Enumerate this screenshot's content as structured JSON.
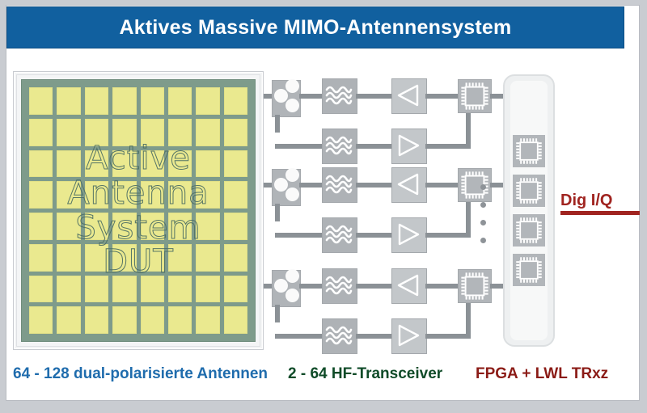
{
  "title": {
    "text": "Aktives Massive MIMO-Antennensystem",
    "bar_color": "#11609f",
    "text_color": "#ffffff"
  },
  "antenna_panel": {
    "name": "Active Antenna System DUT",
    "board_color": "#7e9b8b",
    "patch_color": "#eae98f",
    "grid_rows": 8,
    "grid_cols": 8,
    "overlay_lines": [
      "Active",
      "Antenna",
      "System",
      "DUT"
    ]
  },
  "rf_chains": [
    {
      "id": "chain-1",
      "blocks": [
        {
          "type": "switch",
          "label": "duplexer-switch"
        },
        {
          "type": "filter",
          "label": "rx-filter"
        },
        {
          "type": "amplifier",
          "label": "lna-rx",
          "direction": "left"
        },
        {
          "type": "filter",
          "label": "tx-filter"
        },
        {
          "type": "amplifier",
          "label": "pa-tx",
          "direction": "right"
        },
        {
          "type": "chip",
          "label": "transceiver-ic"
        }
      ]
    },
    {
      "id": "chain-2",
      "blocks": [
        {
          "type": "switch",
          "label": "duplexer-switch"
        },
        {
          "type": "filter",
          "label": "rx-filter"
        },
        {
          "type": "amplifier",
          "label": "lna-rx",
          "direction": "left"
        },
        {
          "type": "filter",
          "label": "tx-filter"
        },
        {
          "type": "amplifier",
          "label": "pa-tx",
          "direction": "right"
        },
        {
          "type": "chip",
          "label": "transceiver-ic"
        }
      ]
    },
    {
      "id": "chain-3",
      "blocks": [
        {
          "type": "switch",
          "label": "duplexer-switch"
        },
        {
          "type": "filter",
          "label": "rx-filter"
        },
        {
          "type": "amplifier",
          "label": "lna-rx",
          "direction": "left"
        },
        {
          "type": "filter",
          "label": "tx-filter"
        },
        {
          "type": "amplifier",
          "label": "pa-tx",
          "direction": "right"
        },
        {
          "type": "chip",
          "label": "transceiver-ic"
        }
      ]
    }
  ],
  "continuation_dots": 4,
  "fpga_panel": {
    "chip_count": 4,
    "chip_label": "fpga-chip"
  },
  "dig_iq": {
    "label": "Dig I/Q",
    "color": "#a02420"
  },
  "captions": {
    "antennas": "64 - 128 dual-polarisierte Antennen",
    "antennas_color": "#1f6cad",
    "transceivers": "2 - 64 HF-Transceiver",
    "transceivers_color": "#0f4b28",
    "fpga": "FPGA + LWL TRxz",
    "fpga_color": "#8b1b16"
  }
}
